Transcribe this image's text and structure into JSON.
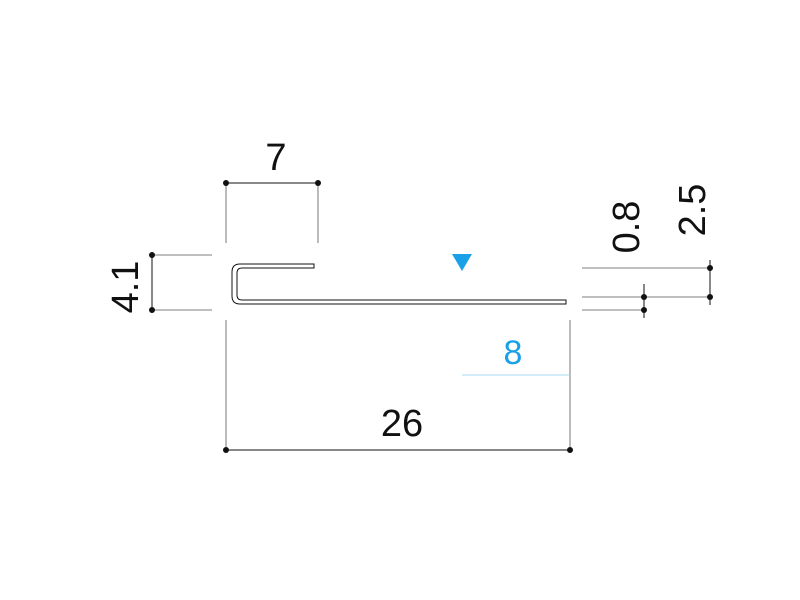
{
  "drawing": {
    "dimensions": {
      "top_width": "7",
      "height_left": "4.1",
      "thickness": "0.8",
      "right_height": "2.5",
      "overall_width": "26",
      "inner_offset": "8"
    },
    "colors": {
      "line": "#111111",
      "accent": "#1aa0e6",
      "accent_line": "#a8d8f0",
      "extension": "#555555"
    },
    "markers": {
      "marker_icon": "triangle-down-icon"
    }
  }
}
